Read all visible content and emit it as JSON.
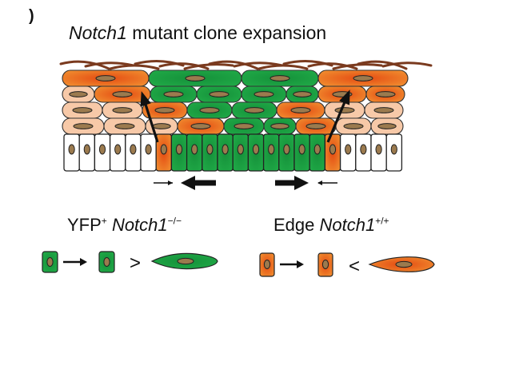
{
  "panel_letter": ")",
  "title": {
    "gene": "Notch1",
    "rest": " mutant clone expansion"
  },
  "left_label": {
    "prefix": "YFP",
    "prefix_sup": "+",
    "gene": "Notch1",
    "gene_sup": "−/−"
  },
  "right_label": {
    "prefix": "Edge ",
    "gene": "Notch1",
    "gene_sup": "+/+"
  },
  "comparison": {
    "left_symbol": ">",
    "right_symbol": "<"
  },
  "colors": {
    "mutant_green": "#1a9a3c",
    "edge_orange": "#e8641e",
    "wildtype_peach": "#f7c9a8",
    "basal_white": "#ffffff",
    "nucleus_brown": "#9b7a4e",
    "fiber_brown": "#7a3a1e"
  }
}
